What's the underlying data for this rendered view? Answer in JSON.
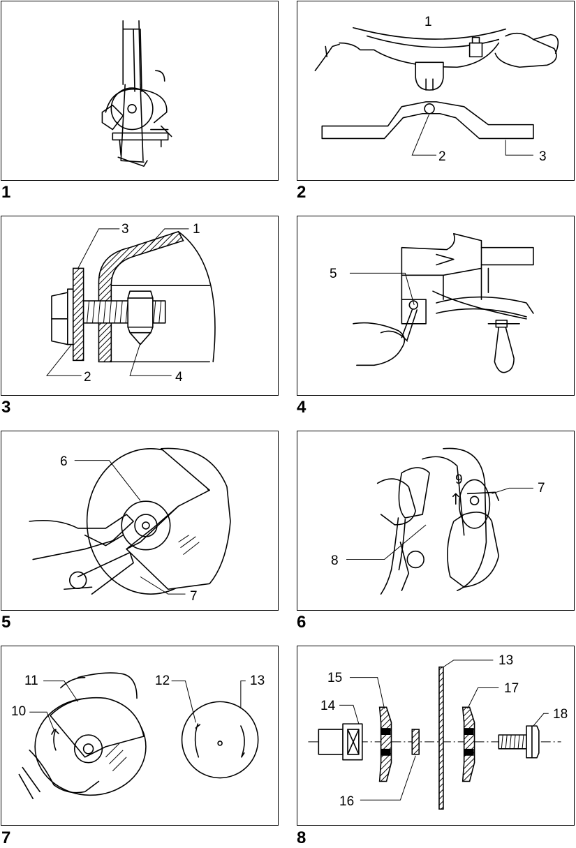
{
  "figures": [
    {
      "number": "1",
      "callouts": []
    },
    {
      "number": "2",
      "callouts": [
        "1",
        "2",
        "3"
      ]
    },
    {
      "number": "3",
      "callouts": [
        "3",
        "1",
        "2",
        "4"
      ]
    },
    {
      "number": "4",
      "callouts": [
        "5"
      ]
    },
    {
      "number": "5",
      "callouts": [
        "6",
        "7"
      ]
    },
    {
      "number": "6",
      "callouts": [
        "9",
        "7",
        "8"
      ]
    },
    {
      "number": "7",
      "callouts": [
        "11",
        "10",
        "12",
        "13"
      ]
    },
    {
      "number": "8",
      "callouts": [
        "13",
        "15",
        "17",
        "14",
        "18",
        "16"
      ]
    }
  ]
}
